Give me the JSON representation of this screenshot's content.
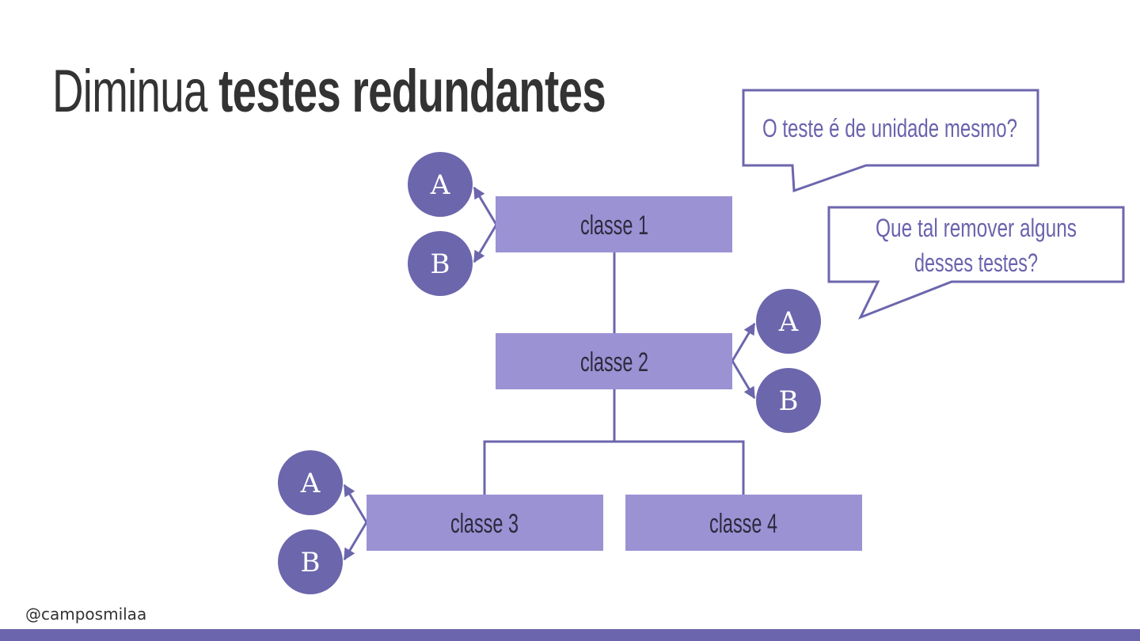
{
  "title": {
    "regular": "Diminua",
    "bold": "testes redundantes"
  },
  "boxes": [
    {
      "id": "c1",
      "label": "classe 1"
    },
    {
      "id": "c2",
      "label": "classe 2"
    },
    {
      "id": "c3",
      "label": "classe 3"
    },
    {
      "id": "c4",
      "label": "classe 4"
    }
  ],
  "circles": {
    "a_label": "A",
    "b_label": "B"
  },
  "bubbles": [
    {
      "id": "bubble1",
      "lines": [
        "O teste é de unidade mesmo?"
      ]
    },
    {
      "id": "bubble2",
      "lines": [
        "Que tal remover alguns",
        "desses testes?"
      ]
    }
  ],
  "footer": {
    "handle": "@camposmilaa"
  },
  "colors": {
    "box_fill": "#9b92d4",
    "circle_fill": "#6c66ad",
    "line": "#6c66ad",
    "accent_text": "#6a63ad",
    "footer_bar": "#6a65ad"
  }
}
